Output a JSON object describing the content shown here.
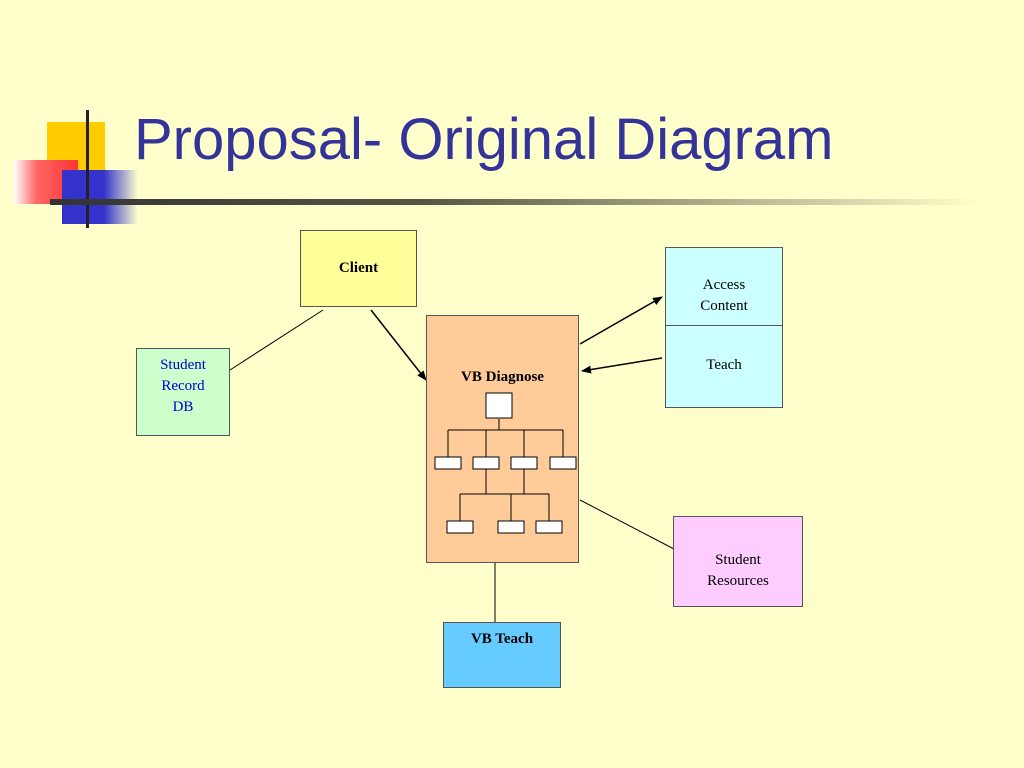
{
  "slide": {
    "title": "Proposal- Original Diagram"
  },
  "colors": {
    "background": "#FFFFCC",
    "title": "#333399",
    "rule_dark": "#333333",
    "deco_yellow": "#FFCC00",
    "deco_red": "#FF3333",
    "deco_blue": "#3333CC",
    "client_fill": "#FFFF99",
    "student_record_fill": "#CCFFCC",
    "student_record_text": "#0000CC",
    "vb_diagnose_fill": "#FFCC99",
    "access_teach_fill": "#CCFFFF",
    "student_resources_fill": "#FFCCFF",
    "vb_teach_fill": "#66CCFF"
  },
  "diagram": {
    "client": {
      "label": "Client"
    },
    "student_record": {
      "line1": "Student",
      "line2": "Record",
      "line3": "DB"
    },
    "vb_diagnose": {
      "label": "VB Diagnose"
    },
    "access_content": {
      "line1": "Access",
      "line2": "Content"
    },
    "teach": {
      "label": "Teach"
    },
    "student_resources": {
      "line1": "Student",
      "line2": "Resources"
    },
    "vb_teach": {
      "label": "VB Teach"
    }
  }
}
